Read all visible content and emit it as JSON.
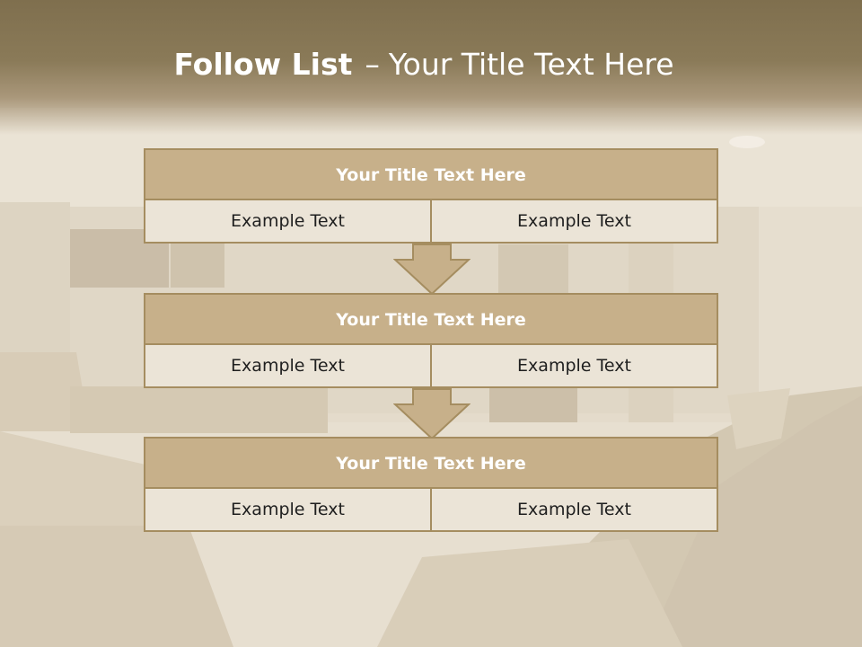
{
  "slide": {
    "title_bold": "Follow List",
    "title_dash": "–",
    "title_rest": "Your Title Text Here"
  },
  "blocks": [
    {
      "title": "Your Title Text Here",
      "left": "Example Text",
      "right": "Example Text"
    },
    {
      "title": "Your Title Text Here",
      "left": "Example Text",
      "right": "Example Text"
    },
    {
      "title": "Your Title Text Here",
      "left": "Example Text",
      "right": "Example Text"
    }
  ],
  "colors": {
    "header": "#7f6f4e",
    "block_title_fill": "#c7b08a",
    "block_border": "#a58d60",
    "block_body_fill": "#ebe4d7"
  }
}
